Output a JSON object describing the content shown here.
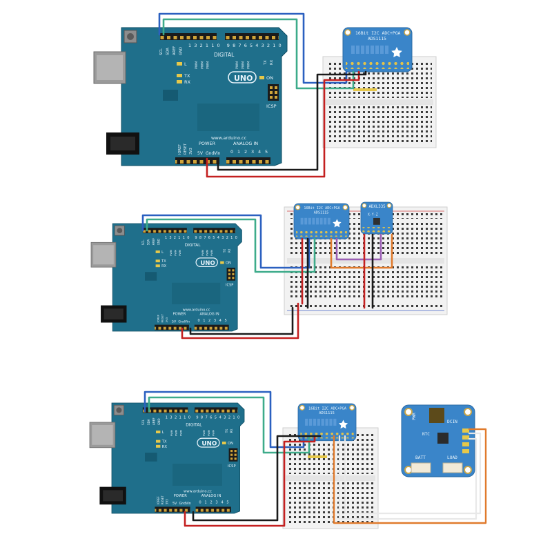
{
  "labels": {
    "arduino": {
      "i2c_pins": [
        "SCL",
        "SDA",
        "AREF",
        "GND"
      ],
      "pin_digits": [
        "1",
        "3",
        "2",
        "1",
        "1",
        "0",
        "9",
        "8",
        "7",
        "6",
        "5",
        "4",
        "3",
        "2",
        "1",
        "0"
      ],
      "pwm_group_a": [
        "PWM",
        "PWM",
        "PWM"
      ],
      "pwm_group_b": [
        "PWM",
        "PWM",
        "PWM"
      ],
      "tx_rx_edge": [
        "TX",
        "RX"
      ],
      "digital": "DIGITAL",
      "led_l": "L",
      "led_tx": "TX",
      "led_rx": "RX",
      "uno": "UNO",
      "on": "ON",
      "icsp": "ICSP",
      "url": "www.arduino.cc",
      "power": "POWER",
      "analog_in": "ANALOG IN",
      "power_pins": [
        "IOREF",
        "RESET",
        "3V3",
        "5V",
        "Gnd",
        "Vin"
      ],
      "analog_pins": [
        "0",
        "1",
        "2",
        "3",
        "4",
        "5"
      ]
    },
    "ads": {
      "line1": "16Bit I2C ADC+PGA",
      "line2": "ADS1115"
    },
    "adxl": {
      "name": "ADXL335",
      "axes": "X-Y-Z"
    },
    "charger": {
      "dcin": "DCIN",
      "pwr": "PWR",
      "ntc": "NTC",
      "batt": "BATT",
      "load": "LOAD"
    }
  },
  "colors": {
    "arduino_board": "#1f6f8b",
    "arduino_dark": "#155a72",
    "breakout_board": "#3a85c9",
    "breadboard": "#f2f2f2",
    "wire_blue": "#2b60c0",
    "wire_green": "#3dab8a",
    "wire_red": "#c42020",
    "wire_black": "#1a1a1a",
    "wire_orange": "#e07a2c",
    "wire_purple": "#9b5fb5",
    "wire_white": "#e8e8e8",
    "accent_yellow": "#e6c84a"
  }
}
